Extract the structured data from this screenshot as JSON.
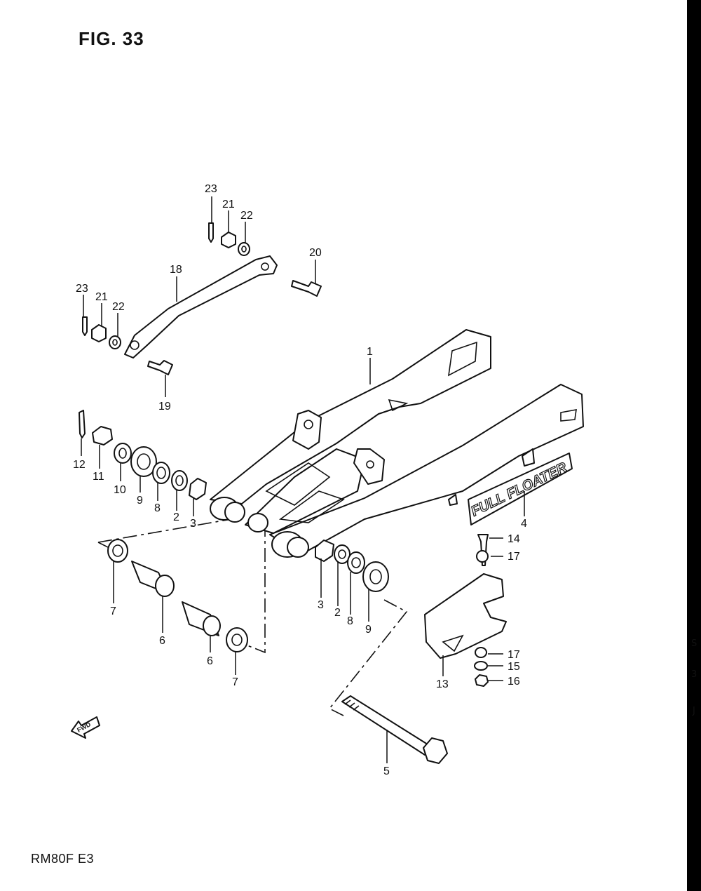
{
  "figure": {
    "title": "FIG. 33"
  },
  "footer": {
    "model_code": "RM80F  E3"
  },
  "decal": {
    "text": "FULL FLOATER"
  },
  "fwd_arrow": {
    "text": "FWD"
  },
  "edge_marks": [
    "S",
    "3",
    "J"
  ],
  "callouts": [
    {
      "id": "c23a",
      "number": "23"
    },
    {
      "id": "c21a",
      "number": "21"
    },
    {
      "id": "c22a",
      "number": "22"
    },
    {
      "id": "c20",
      "number": "20"
    },
    {
      "id": "c18",
      "number": "18"
    },
    {
      "id": "c23b",
      "number": "23"
    },
    {
      "id": "c21b",
      "number": "21"
    },
    {
      "id": "c22b",
      "number": "22"
    },
    {
      "id": "c19",
      "number": "19"
    },
    {
      "id": "c1",
      "number": "1"
    },
    {
      "id": "c12",
      "number": "12"
    },
    {
      "id": "c11",
      "number": "11"
    },
    {
      "id": "c10",
      "number": "10"
    },
    {
      "id": "c9a",
      "number": "9"
    },
    {
      "id": "c8a",
      "number": "8"
    },
    {
      "id": "c2a",
      "number": "2"
    },
    {
      "id": "c3a",
      "number": "3"
    },
    {
      "id": "c4",
      "number": "4"
    },
    {
      "id": "c14",
      "number": "14"
    },
    {
      "id": "c17a",
      "number": "17"
    },
    {
      "id": "c7a",
      "number": "7"
    },
    {
      "id": "c6a",
      "number": "6"
    },
    {
      "id": "c6b",
      "number": "6"
    },
    {
      "id": "c7b",
      "number": "7"
    },
    {
      "id": "c3b",
      "number": "3"
    },
    {
      "id": "c2b",
      "number": "2"
    },
    {
      "id": "c8b",
      "number": "8"
    },
    {
      "id": "c9b",
      "number": "9"
    },
    {
      "id": "c13",
      "number": "13"
    },
    {
      "id": "c17b",
      "number": "17"
    },
    {
      "id": "c15",
      "number": "15"
    },
    {
      "id": "c16",
      "number": "16"
    },
    {
      "id": "c5",
      "number": "5"
    }
  ]
}
